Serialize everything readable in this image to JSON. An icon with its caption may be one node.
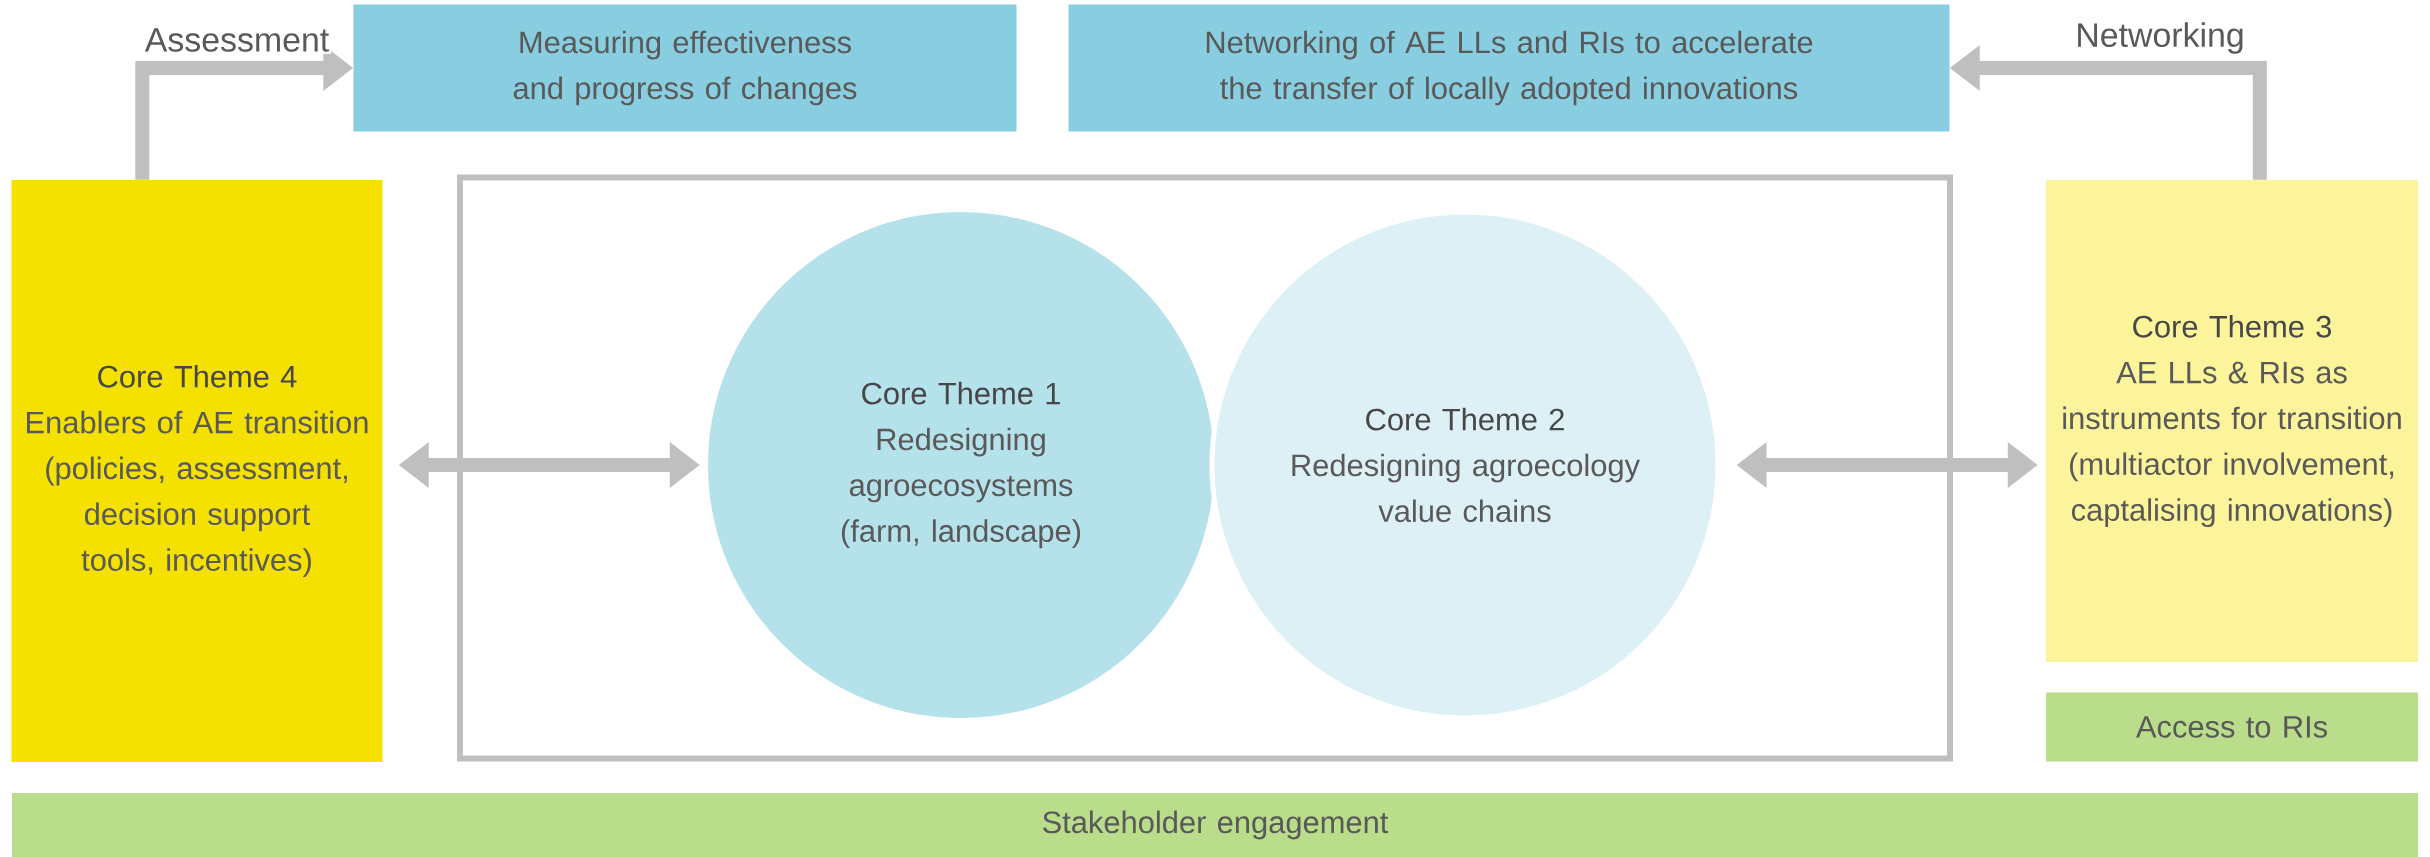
{
  "diagram": {
    "nodes": [
      {
        "text": [
          "Measuring effectiveness and progress of changes"
        ]
      },
      {
        "text": [
          "Networking of AE LLs and RIs to accelerate the transfer of locally adopted innovations"
        ]
      },
      {
        "text": [
          "Core Theme 4",
          "Enablers of AE transition (policies, assessment, decision support tools, incentives)"
        ]
      },
      {
        "text": [],
        "shape": "box"
      },
      {
        "text": [
          "Core Theme 1",
          "Redesigning agroecosystems (farm, landscape)"
        ],
        "in": 3
      },
      {
        "text": [
          "Core Theme 2",
          "Redesigning agroecology value chains"
        ],
        "in": 3
      },
      {
        "text": [
          "Core Theme 3",
          "AE LLs & RIs as instruments for transition (multiactor involvement, captalising innovations)"
        ]
      },
      {
        "text": [
          "Access to RIs"
        ]
      },
      {
        "text": [
          "Stakeholder engagement"
        ]
      }
    ],
    "edges": [
      {
        "from": 2,
        "to": 0,
        "arrow": "to",
        "label": "Assessment"
      },
      {
        "from": 6,
        "to": 1,
        "arrow": "to",
        "label": "Networking"
      },
      {
        "from": 2,
        "to": 4,
        "arrow": "both"
      },
      {
        "from": 5,
        "to": 6,
        "arrow": "both"
      }
    ]
  }
}
